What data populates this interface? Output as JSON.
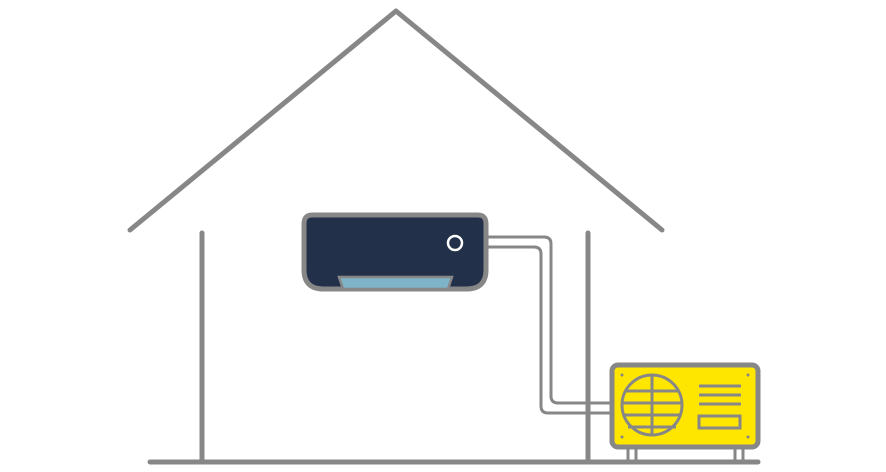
{
  "colors": {
    "outline": "#878787",
    "indoor_unit": "#22304a",
    "vent": "#7fb3c8",
    "outdoor_unit": "#ffe600",
    "background": "#ffffff"
  },
  "icons": [
    "house-outline",
    "indoor-ac-unit",
    "refrigerant-pipes",
    "outdoor-condenser-unit",
    "fan-grille"
  ]
}
